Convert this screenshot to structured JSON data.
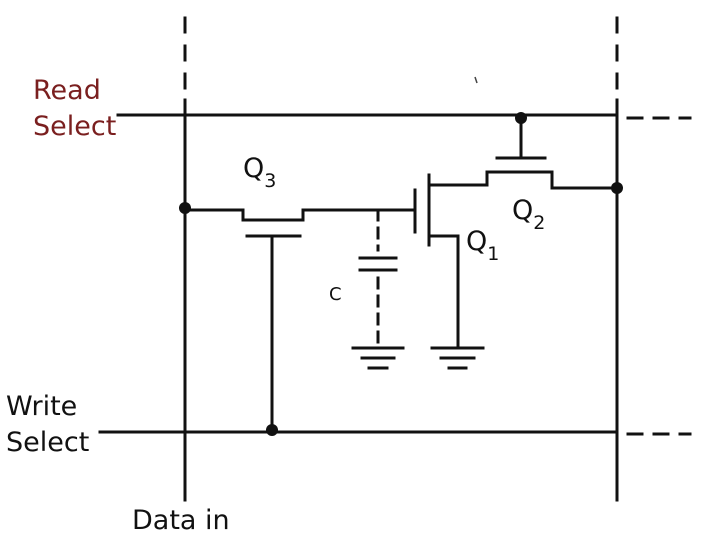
{
  "labels": {
    "read_select_line1": "Read",
    "read_select_line2": "Select",
    "write_select_line1": "Write",
    "write_select_line2": "Select",
    "data_in": "Data in",
    "q1_letter": "Q",
    "q1_sub": "1",
    "q2_letter": "Q",
    "q2_sub": "2",
    "q3_letter": "Q",
    "q3_sub": "3",
    "capacitor": "C"
  },
  "colors": {
    "wire": "#111111",
    "select_text": "#7a1f1f",
    "body_text": "#111111"
  }
}
